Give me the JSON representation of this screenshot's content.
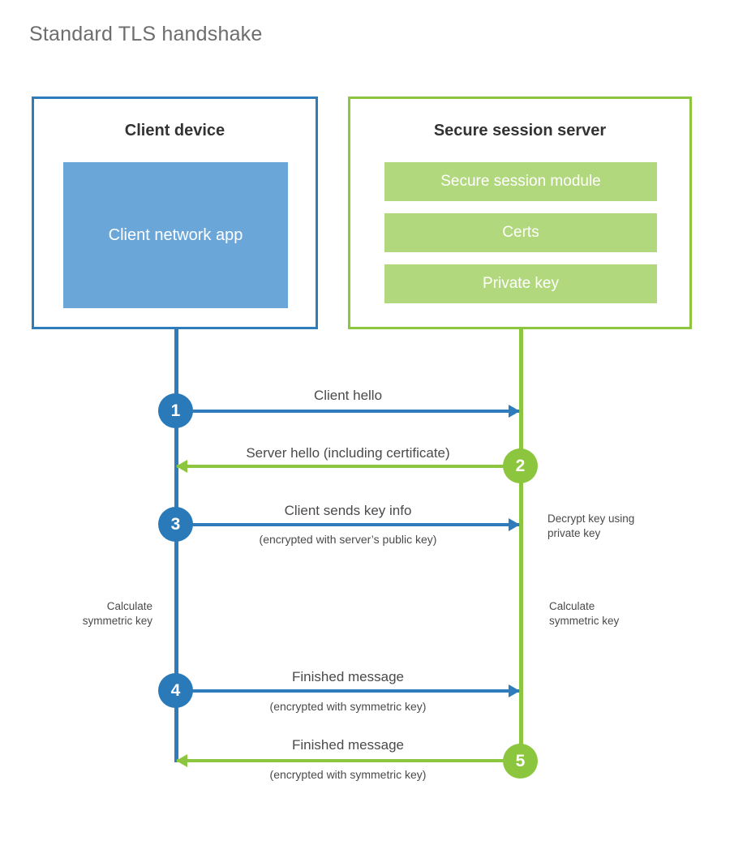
{
  "title": "Standard TLS handshake",
  "colors": {
    "client_accent": "#2e7cbb",
    "client_fill": "#6aa7d8",
    "server_accent": "#8cc63e",
    "server_fill": "#b2d87d",
    "step_blue": "#2a7ab9",
    "step_green": "#8cc63e",
    "text": "#4a4a4a",
    "title_text": "#6d6d6d"
  },
  "client": {
    "title": "Client device",
    "app_label": "Client network app"
  },
  "server": {
    "title": "Secure session server",
    "modules": [
      {
        "label": "Secure session module"
      },
      {
        "label": "Certs"
      },
      {
        "label": "Private key"
      }
    ]
  },
  "steps": [
    {
      "number": "1",
      "label": "Client hello",
      "sublabel": "",
      "direction": "client-to-server",
      "color": "blue"
    },
    {
      "number": "2",
      "label": "Server hello (including certificate)",
      "sublabel": "",
      "direction": "server-to-client",
      "color": "green"
    },
    {
      "number": "3",
      "label": "Client sends key info",
      "sublabel": "(encrypted with server’s public key)",
      "direction": "client-to-server",
      "color": "blue"
    },
    {
      "number": "4",
      "label": "Finished message",
      "sublabel": "(encrypted with symmetric key)",
      "direction": "client-to-server",
      "color": "blue"
    },
    {
      "number": "5",
      "label": "Finished message",
      "sublabel": "(encrypted with symmetric key)",
      "direction": "server-to-client",
      "color": "green"
    }
  ],
  "notes": {
    "server_decrypt": "Decrypt key using\nprivate key",
    "client_calculate": "Calculate\nsymmetric key",
    "server_calculate": "Calculate\nsymmetric key"
  }
}
